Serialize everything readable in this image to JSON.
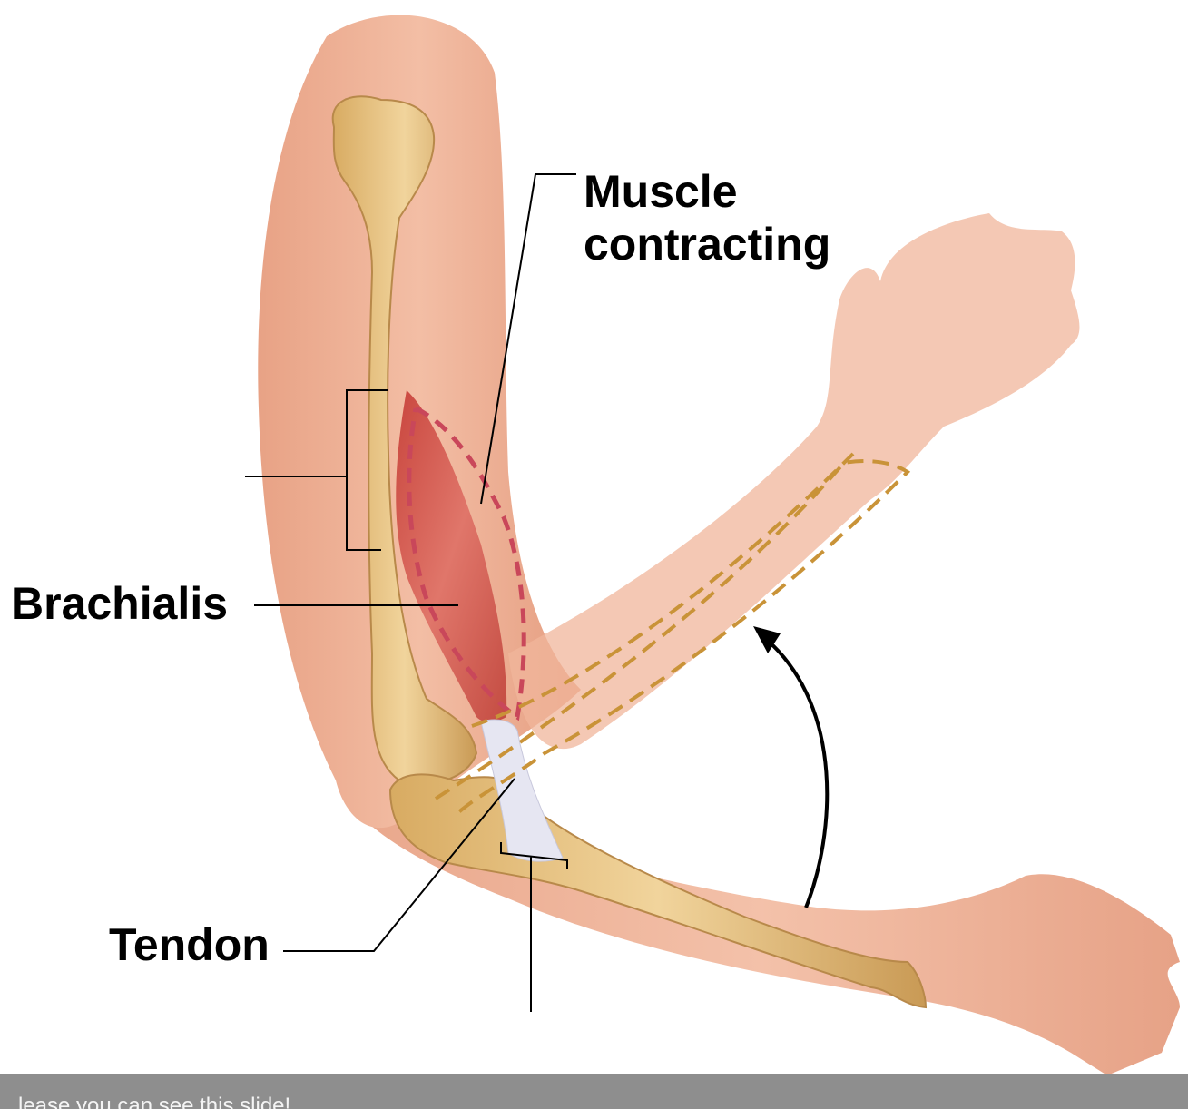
{
  "labels": {
    "muscle_line1": "Muscle",
    "muscle_line2": "contracting",
    "brachialis": "Brachialis",
    "tendon": "Tendon"
  },
  "caption": "...lease you can see this slide!",
  "colors": {
    "skin": "#f0b196",
    "skin_dark": "#d98a6c",
    "bone": "#e8c486",
    "bone_edge": "#b8894a",
    "muscle": "#d85a50",
    "muscle_outline": "#c9475a",
    "tendon": "#e6e6f2",
    "bone_outline_dashed": "#c99338",
    "leader_line": "#000000",
    "caption_bar": "#8e8e8e"
  }
}
